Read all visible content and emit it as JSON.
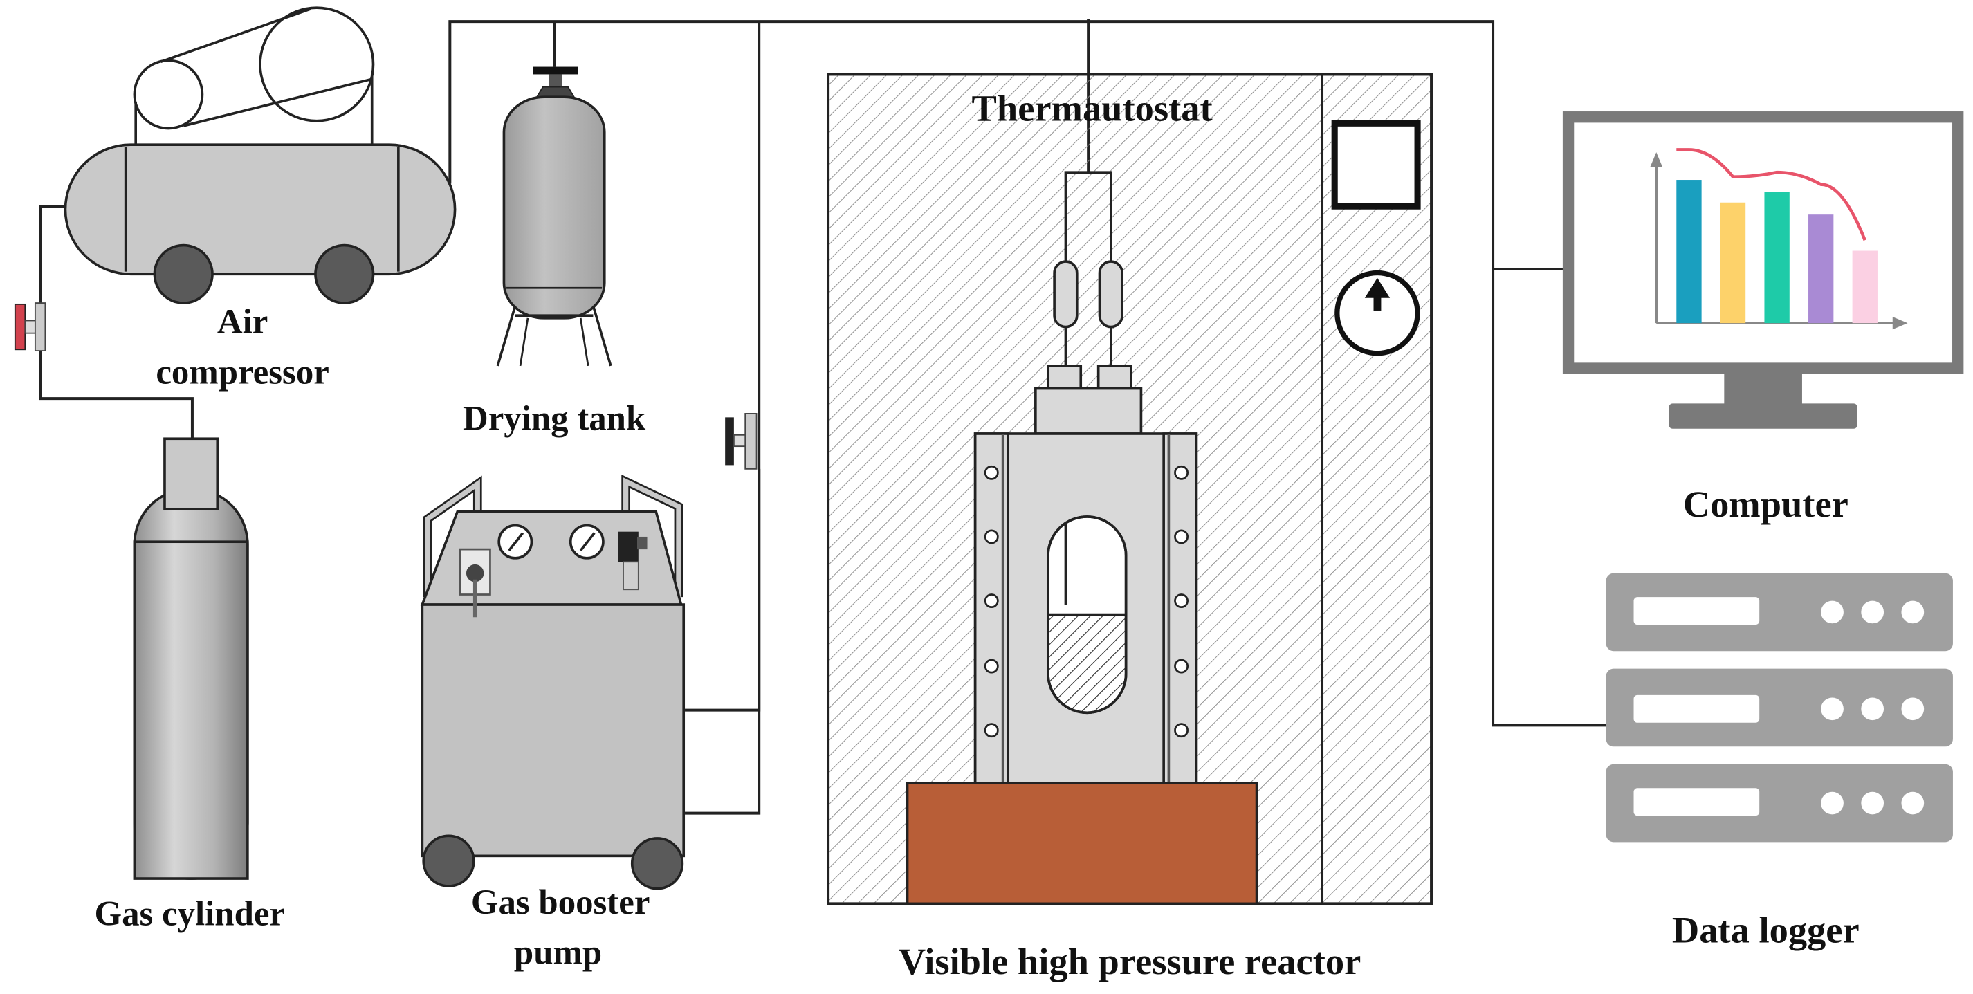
{
  "labels": {
    "air_compressor_line1": "Air",
    "air_compressor_line2": "compressor",
    "drying_tank": "Drying tank",
    "gas_cylinder": "Gas cylinder",
    "gas_booster_line1": "Gas booster",
    "gas_booster_line2": "pump",
    "thermautostat": "Thermautostat",
    "reactor": "Visible high pressure reactor",
    "computer": "Computer",
    "data_logger": "Data logger"
  },
  "monitor_chart": {
    "bar_values": [
      0.95,
      0.8,
      0.87,
      0.72,
      0.48
    ],
    "bar_colors": [
      "#1a9fbf",
      "#fdd26a",
      "#1ecba8",
      "#a98ad4",
      "#fbd0e3"
    ],
    "trend_color": "#e8546a",
    "trend_values": [
      1.15,
      0.97,
      1.0,
      0.92,
      0.55
    ]
  },
  "colors": {
    "reactor_base": "#b85e37",
    "equipment_gray": "#c9c9c9",
    "dark_gray": "#7a7a7a",
    "line": "#222222",
    "valve_red": "#d2424e"
  }
}
